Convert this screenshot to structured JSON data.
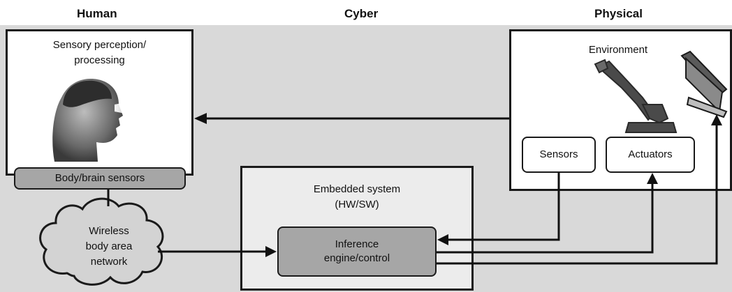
{
  "columns": {
    "human": "Human",
    "cyber": "Cyber",
    "physical": "Physical"
  },
  "human_box": {
    "title_line1": "Sensory perception/",
    "title_line2": "processing",
    "sensors": "Body/brain sensors"
  },
  "network": {
    "line1": "Wireless",
    "line2": "body area",
    "line3": "network"
  },
  "embedded": {
    "line1": "Embedded system",
    "line2": "(HW/SW)",
    "engine_line1": "Inference",
    "engine_line2": "engine/control"
  },
  "physical_box": {
    "title": "Environment",
    "sensors": "Sensors",
    "actuators": "Actuators"
  },
  "colors": {
    "background": "#d9d9d9",
    "box_fill": "#ffffff",
    "embedded_fill": "#ececec",
    "module_fill": "#a6a6a6",
    "stroke": "#1a1a1a"
  }
}
